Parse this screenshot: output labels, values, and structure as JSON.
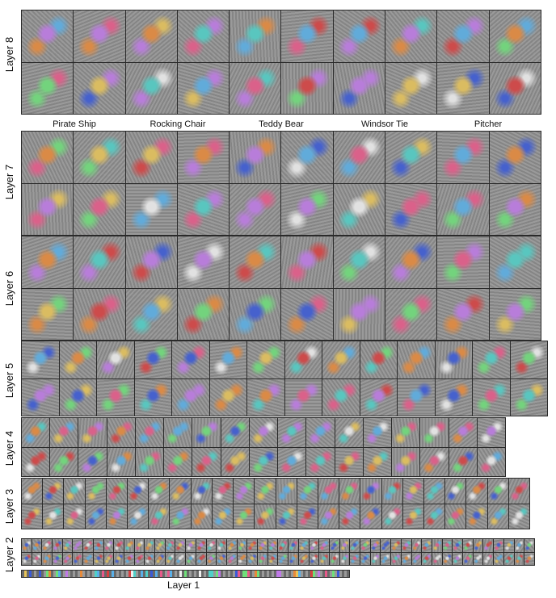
{
  "layers": {
    "layer8": "Layer 8",
    "layer7": "Layer 7",
    "layer6": "Layer 6",
    "layer5": "Layer 5",
    "layer4": "Layer 4",
    "layer3": "Layer 3",
    "layer2": "Layer 2",
    "layer1": "Layer 1"
  },
  "classes": [
    "Pirate Ship",
    "Rocking Chair",
    "Teddy Bear",
    "Windsor Tie",
    "Pitcher"
  ],
  "palette": [
    "#e85a8a",
    "#5ab0e8",
    "#e8c45a",
    "#6fe07a",
    "#c07ae8",
    "#e88a3a",
    "#50d0c8",
    "#f0f0f0",
    "#3a5ad8",
    "#d84040"
  ]
}
